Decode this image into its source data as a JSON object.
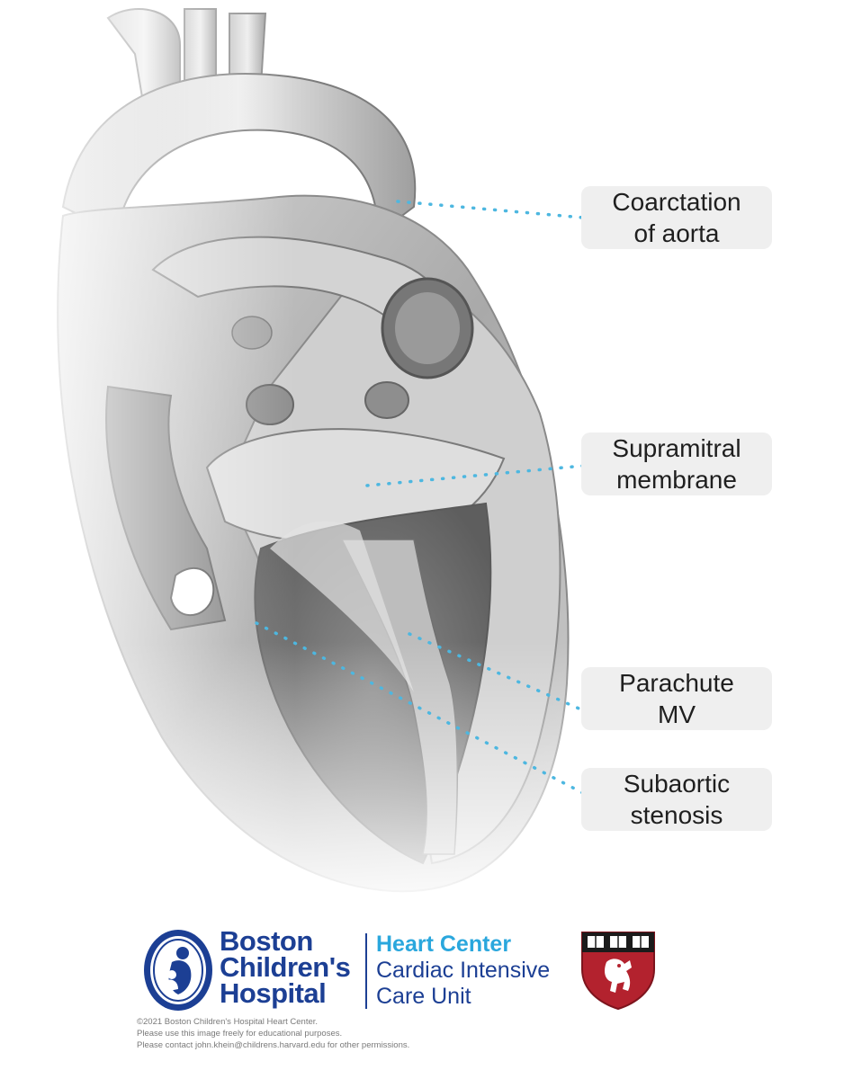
{
  "labels": [
    {
      "id": "coarctation",
      "lines": [
        "Coarctation",
        "of aorta"
      ]
    },
    {
      "id": "supramitral",
      "lines": [
        "Supramitral",
        "membrane"
      ]
    },
    {
      "id": "parachute",
      "lines": [
        "Parachute",
        "MV"
      ]
    },
    {
      "id": "subaortic",
      "lines": [
        "Subaortic",
        "stenosis"
      ]
    }
  ],
  "colors": {
    "leader_line": "#4db7e0",
    "label_bg": "#efefef",
    "brand_blue": "#1c3f94",
    "heart_center_blue": "#2aa7dd",
    "harvard_crimson": "#b3222e"
  },
  "footer": {
    "hospital_lines": [
      "Boston",
      "Children's",
      "Hospital"
    ],
    "unit_heading": "Heart Center",
    "unit_lines": [
      "Cardiac Intensive",
      "Care Unit"
    ],
    "copyright_lines": [
      "©2021 Boston Children's Hospital Heart Center.",
      "Please use this image freely for educational purposes.",
      "Please contact john.khein@childrens.harvard.edu for other permissions."
    ]
  }
}
